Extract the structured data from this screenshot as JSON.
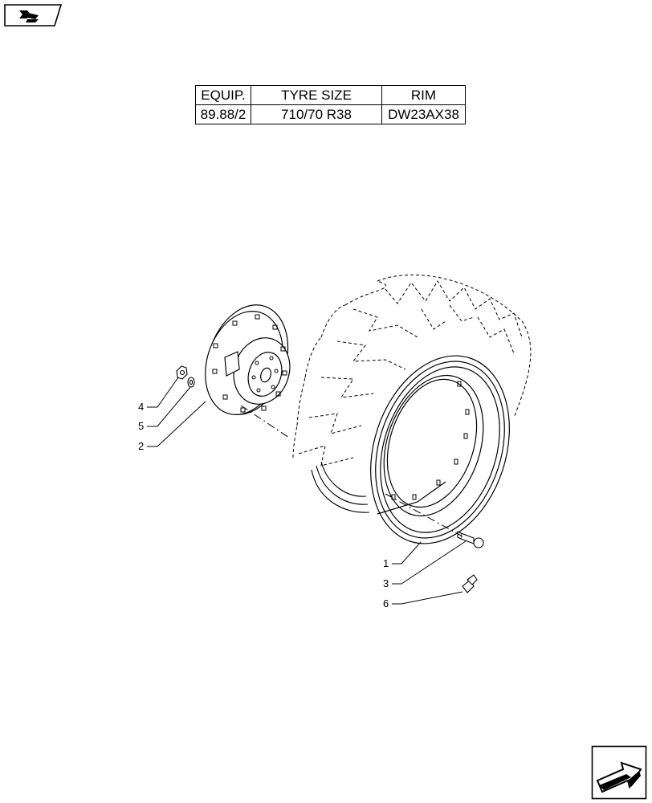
{
  "table": {
    "headers": [
      "EQUIP.",
      "TYRE SIZE",
      "RIM"
    ],
    "rows": [
      [
        "89.88/2",
        "710/70 R38",
        "DW23AX38"
      ]
    ]
  },
  "callouts": [
    {
      "id": "4",
      "text": "4"
    },
    {
      "id": "5",
      "text": "5"
    },
    {
      "id": "2",
      "text": "2"
    },
    {
      "id": "1",
      "text": "1"
    },
    {
      "id": "3",
      "text": "3"
    },
    {
      "id": "6",
      "text": "6"
    }
  ],
  "icons": {
    "prev": "arrow-back-icon",
    "next": "arrow-forward-icon"
  }
}
